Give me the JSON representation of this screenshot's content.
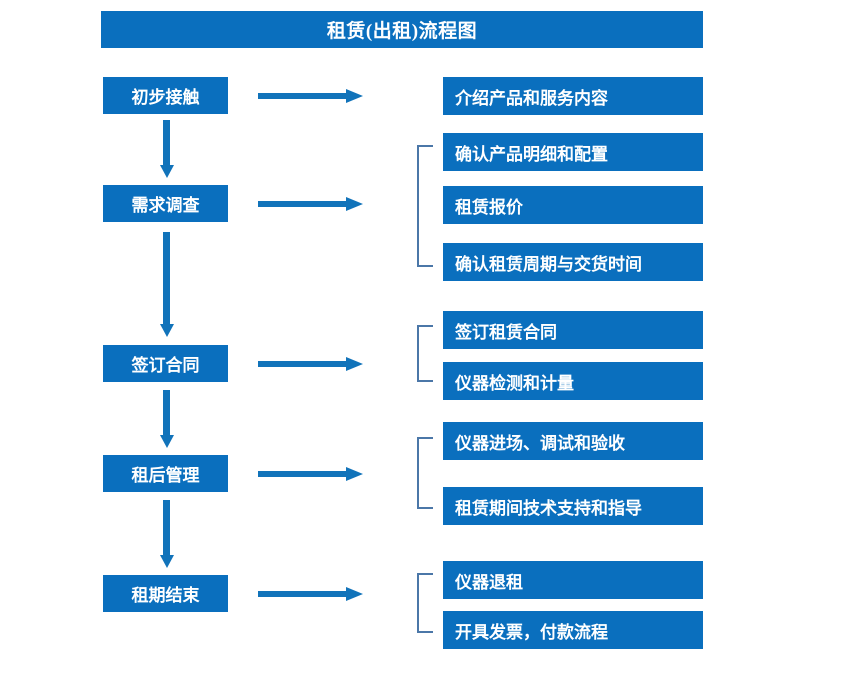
{
  "diagram": {
    "title": "租赁(出租)流程图",
    "accent_color": "#0a6fbe",
    "arrow_color": "#1173ba",
    "bracket_color": "#4b77a8",
    "text_color": "#ffffff",
    "background_color": "#ffffff"
  },
  "stages": [
    {
      "label": "初步接触"
    },
    {
      "label": "需求调查"
    },
    {
      "label": "签订合同"
    },
    {
      "label": "租后管理"
    },
    {
      "label": "租期结束"
    }
  ],
  "details": [
    {
      "label": "介绍产品和服务内容"
    },
    {
      "label": "确认产品明细和配置"
    },
    {
      "label": "租赁报价"
    },
    {
      "label": "确认租赁周期与交货时间"
    },
    {
      "label": "签订租赁合同"
    },
    {
      "label": "仪器检测和计量"
    },
    {
      "label": "仪器进场、调试和验收"
    },
    {
      "label": "租赁期间技术支持和指导"
    },
    {
      "label": "仪器退租"
    },
    {
      "label": "开具发票，付款流程"
    }
  ],
  "groups": [
    {
      "stage": "需求调查",
      "detail_indices": [
        1,
        2,
        3
      ]
    },
    {
      "stage": "签订合同",
      "detail_indices": [
        4,
        5
      ]
    },
    {
      "stage": "租后管理",
      "detail_indices": [
        6,
        7
      ]
    },
    {
      "stage": "租期结束",
      "detail_indices": [
        8,
        9
      ]
    }
  ],
  "connectors": {
    "horizontal_arrow_icon": "arrow-right-icon",
    "vertical_arrow_icon": "arrow-down-icon",
    "bracket_icon": "group-bracket-icon"
  }
}
